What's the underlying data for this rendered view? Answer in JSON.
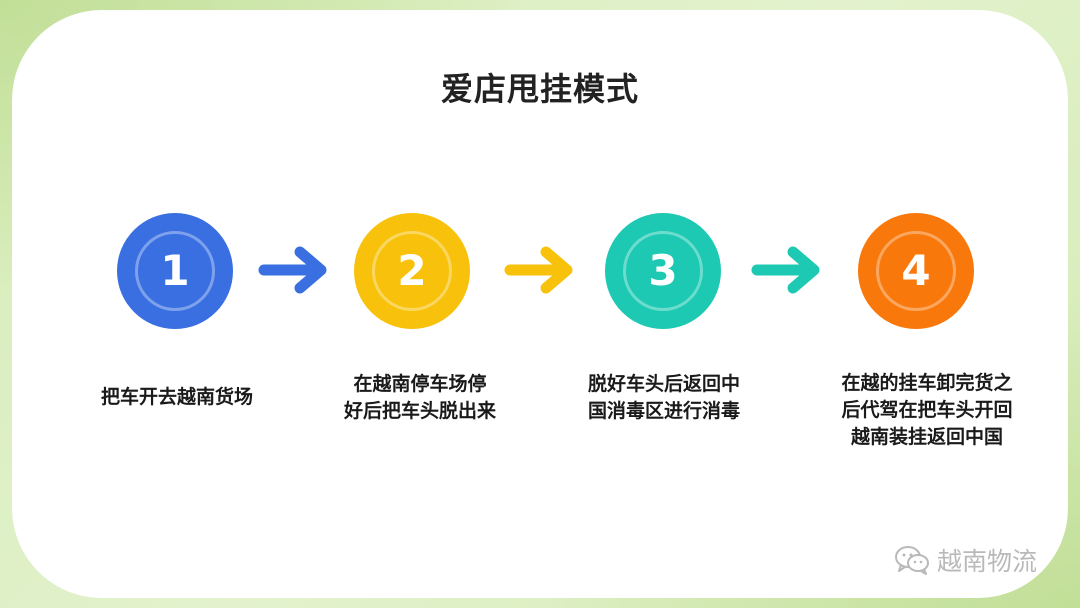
{
  "title": "爱店甩挂模式",
  "steps": [
    {
      "number": "1",
      "text": "把车开去越南货场",
      "color": "#3a6fe2"
    },
    {
      "number": "2",
      "text": "在越南停车场停\n好后把车头脱出来",
      "color": "#f8c20c"
    },
    {
      "number": "3",
      "text": "脱好车头后返回中\n国消毒区进行消毒",
      "color": "#1ec9b3"
    },
    {
      "number": "4",
      "text": "在越的挂车卸完货之\n后代驾在把车头开回\n越南装挂返回中国",
      "color": "#f9780c"
    }
  ],
  "arrows": [
    {
      "color": "#3a6fe2"
    },
    {
      "color": "#f8c20c"
    },
    {
      "color": "#1ec9b3"
    }
  ],
  "watermark": {
    "text": "越南物流",
    "icon": "wechat-icon"
  }
}
